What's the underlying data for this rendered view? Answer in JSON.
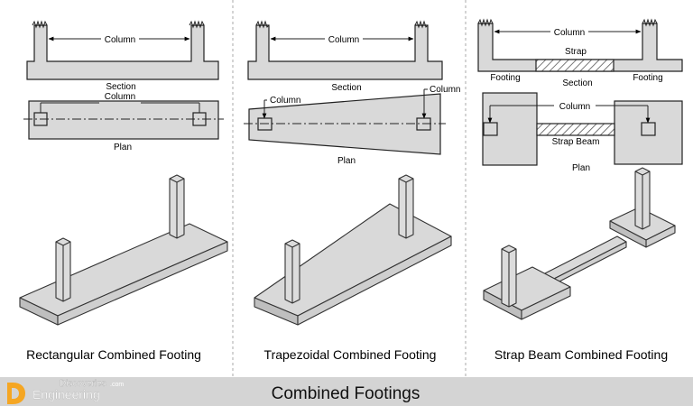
{
  "panels": {
    "rectangular": {
      "column_dim": "Column",
      "section": "Section",
      "plan_column": "Column",
      "plan": "Plan",
      "caption": "Rectangular Combined Footing"
    },
    "trapezoidal": {
      "column_dim": "Column",
      "section": "Section",
      "column_left": "Column",
      "column_right": "Column",
      "plan": "Plan",
      "caption": "Trapezoidal Combined Footing"
    },
    "strap": {
      "column_dim": "Column",
      "strap": "Strap",
      "footing_left": "Footing",
      "section": "Section",
      "footing_right": "Footing",
      "plan_column": "Column",
      "strap_beam": "Strap Beam",
      "plan": "Plan",
      "caption": "Strap Beam Combined Footing"
    }
  },
  "logo": {
    "line1": "Discoveries",
    "domain": ".com",
    "line2": "Engineering"
  },
  "banner_title": "Combined Footings",
  "colors": {
    "footing_fill": "#d9d9d9",
    "footing_side": "#c8c8c8",
    "banner_bg": "#d4d4d4",
    "logo_orange": "#f5a623",
    "hatch": "#555555"
  }
}
